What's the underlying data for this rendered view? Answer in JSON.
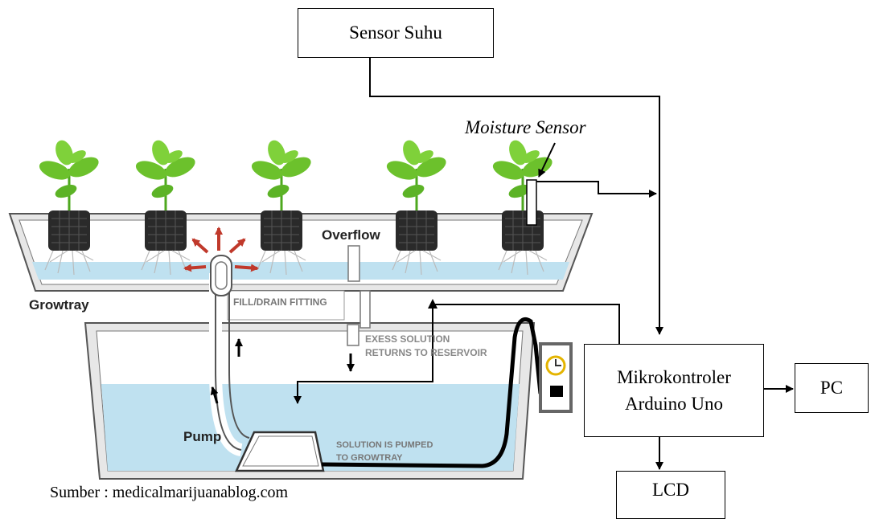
{
  "blocks": {
    "sensor_suhu": "Sensor Suhu",
    "moisture_sensor": "Moisture Sensor",
    "mikrokontroler_line1": "Mikrokontroler",
    "mikrokontroler_line2": "Arduino Uno",
    "pc": "PC",
    "lcd": "LCD"
  },
  "illustration": {
    "overflow": "Overflow",
    "growtray": "Growtray",
    "fill_drain": "FILL/DRAIN FITTING",
    "excess_line1": "EXESS SOLUTION",
    "excess_line2": "RETURNS TO RESERVOIR",
    "pump": "Pump",
    "pumped_line1": "SOLUTION IS PUMPED",
    "pumped_line2": "TO GROWTRAY"
  },
  "source": "Sumber : medicalmarijuanablog.com",
  "colors": {
    "water": "#bfe1f0",
    "leaf": "#6cc12c",
    "pot": "#2a2a2a",
    "arrow_red": "#c0392b"
  }
}
